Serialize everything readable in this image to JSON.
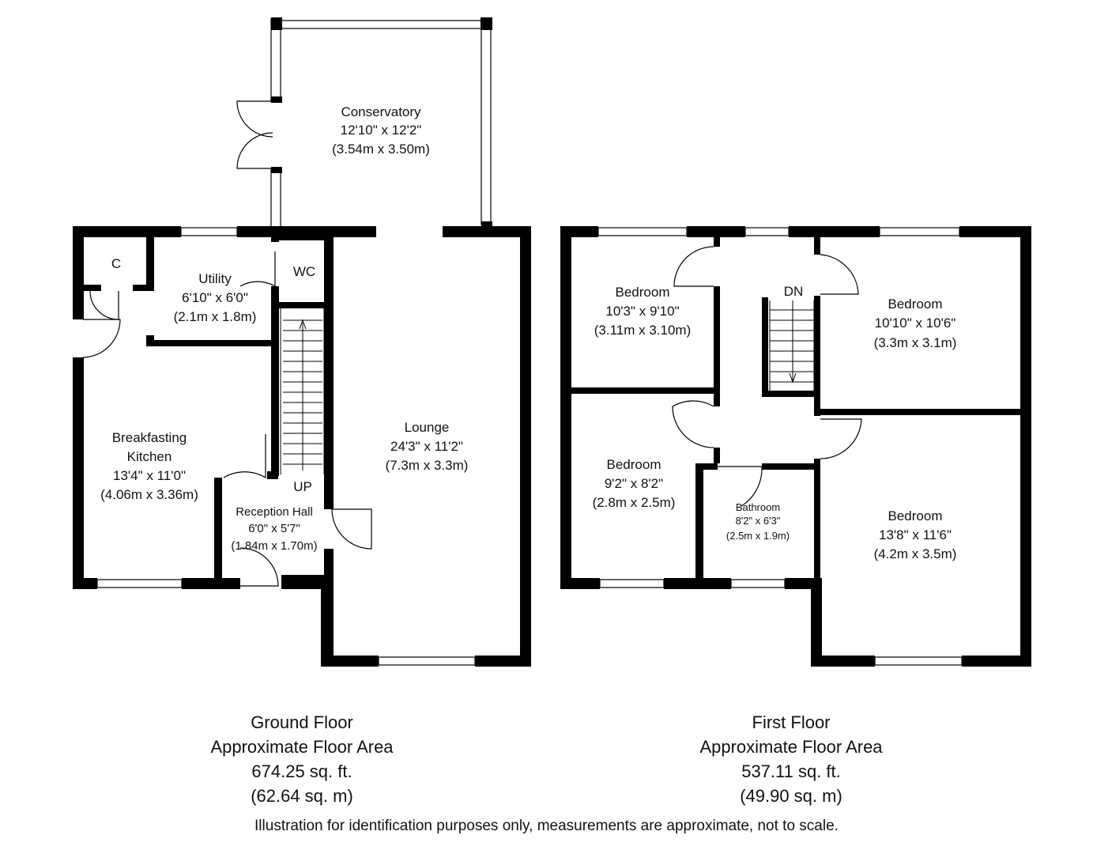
{
  "ground_floor": {
    "rooms": {
      "conservatory": {
        "name": "Conservatory",
        "imperial": "12'10\" x 12'2\"",
        "metric": "(3.54m x 3.50m)"
      },
      "store": {
        "name": "C"
      },
      "utility": {
        "name": "Utility",
        "imperial": "6'10\" x 6'0\"",
        "metric": "(2.1m x 1.8m)"
      },
      "wc": {
        "name": "WC"
      },
      "kitchen": {
        "name_line1": "Breakfasting",
        "name_line2": "Kitchen",
        "imperial": "13'4\" x 11'0\"",
        "metric": "(4.06m x 3.36m)"
      },
      "lounge": {
        "name": "Lounge",
        "imperial": "24'3\" x 11'2\"",
        "metric": "(7.3m x 3.3m)"
      },
      "reception_hall": {
        "name": "Reception Hall",
        "imperial": "6'0\" x 5'7\"",
        "metric": "(1.84m x 1.70m)"
      }
    },
    "stairs_label": "UP",
    "summary": {
      "floor": "Ground Floor",
      "caption": "Approximate Floor Area",
      "sqft": "674.25 sq. ft.",
      "sqm": "(62.64 sq. m)"
    }
  },
  "first_floor": {
    "rooms": {
      "bedroom_1": {
        "name": "Bedroom",
        "imperial": "10'3\" x 9'10\"",
        "metric": "(3.11m x 3.10m)"
      },
      "bedroom_2": {
        "name": "Bedroom",
        "imperial": "10'10\" x 10'6\"",
        "metric": "(3.3m x 3.1m)"
      },
      "bedroom_3": {
        "name": "Bedroom",
        "imperial": "9'2\" x 8'2\"",
        "metric": "(2.8m x 2.5m)"
      },
      "bathroom": {
        "name": "Bathroom",
        "imperial": "8'2\" x 6'3\"",
        "metric": "(2.5m x 1.9m)"
      },
      "bedroom_4": {
        "name": "Bedroom",
        "imperial": "13'8\" x 11'6\"",
        "metric": "(4.2m x 3.5m)"
      }
    },
    "stairs_label": "DN",
    "summary": {
      "floor": "First Floor",
      "caption": "Approximate Floor Area",
      "sqft": "537.11 sq. ft.",
      "sqm": "(49.90 sq. m)"
    }
  },
  "disclaimer": "Illustration for identification purposes only, measurements are approximate, not to scale."
}
